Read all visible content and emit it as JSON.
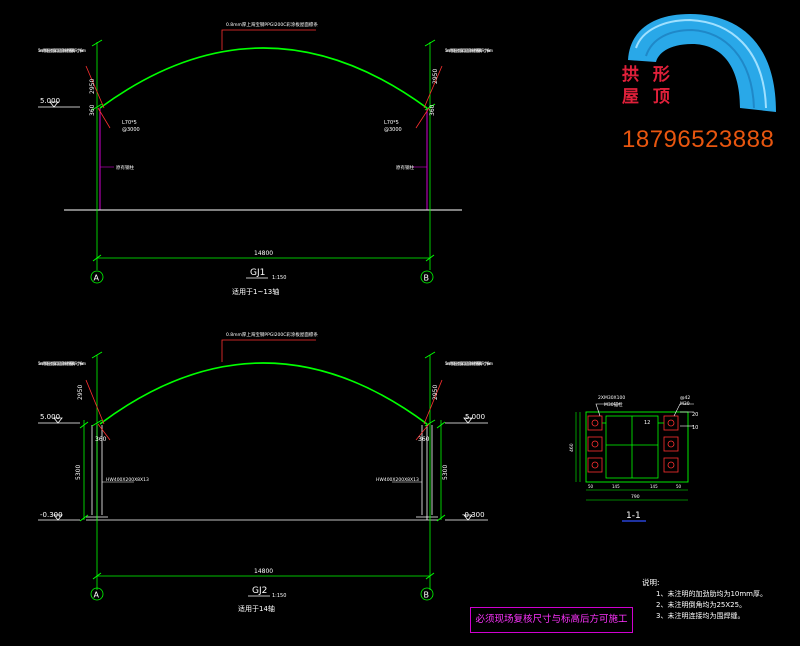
{
  "brand": {
    "title_line1": "拱 形",
    "title_line2": "屋 顶",
    "phone": "18796523888",
    "colors": {
      "arch_blue": "#29a8e8",
      "title_red": "#e0203a",
      "phone_orange": "#e8560f"
    }
  },
  "drawing1": {
    "roof_note": "0.8mm厚上海宝钢PPGI200C彩涂板屋面檩条",
    "side_note_left": "5mm厚钢板加劲肋,采用双面角焊缝焊接,焊脚尺寸为6mm",
    "side_note_right": "5mm厚钢板加劲肋,采用双面角焊缝焊接,焊脚尺寸为6mm",
    "elev_label": "5.000",
    "dim_rise": "2950",
    "dim_rise_right": "2950",
    "dim_base": "360",
    "angle_left": "L70*5",
    "angle_left_sub": "@3000",
    "angle_right": "L70*5",
    "angle_right_sub": "@3000",
    "col_note_left": "原有钢柱",
    "col_note_right": "原有钢柱",
    "span": "14800",
    "axis_a": "A",
    "axis_b": "B",
    "label": "GJ1",
    "scale": "1:150",
    "apply": "适用于1~13轴"
  },
  "drawing2": {
    "roof_note": "0.8mm厚上海宝钢PPGI200C彩涂板屋面檩条",
    "side_note_left": "5mm厚钢板加劲肋,采用双面角焊缝焊接,焊脚尺寸为6mm",
    "side_note_right": "5mm厚钢板加劲肋,采用双面角焊缝焊接,焊脚尺寸为6mm",
    "elev_top_left": "5.000",
    "elev_top_right": "5.000",
    "elev_bot_left": "-0.300",
    "elev_bot_right": "-0.300",
    "dim_rise": "2950",
    "dim_rise_right": "2950",
    "dim_base": "360",
    "dim_height": "5300",
    "dim_height_right": "5300",
    "col_left": "HW400X200X8X13",
    "col_right": "HW400X200X8X13",
    "span": "14800",
    "axis_a": "A",
    "axis_b": "B",
    "label": "GJ2",
    "scale": "1:150",
    "apply": "适用于14轴"
  },
  "section": {
    "label": "1-1",
    "bolt_note": "2XM30X100",
    "bolt_note2": "M30锚栓",
    "right_note1": "@42",
    "right_note2": "M30",
    "dim_right1": "20",
    "dim_right2": "10",
    "inner_dim": "12",
    "width": "790",
    "side_dim": "460",
    "bottom_dims": [
      "50",
      "145",
      "145",
      "50"
    ]
  },
  "notes": {
    "title": "说明:",
    "items": [
      "1、未注明的加劲肋均为10mm厚。",
      "2、未注明倒角均为25X25。",
      "3、未注明连接均为围焊缝。"
    ]
  },
  "notice": "必须现场复核尺寸与标高后方可施工"
}
